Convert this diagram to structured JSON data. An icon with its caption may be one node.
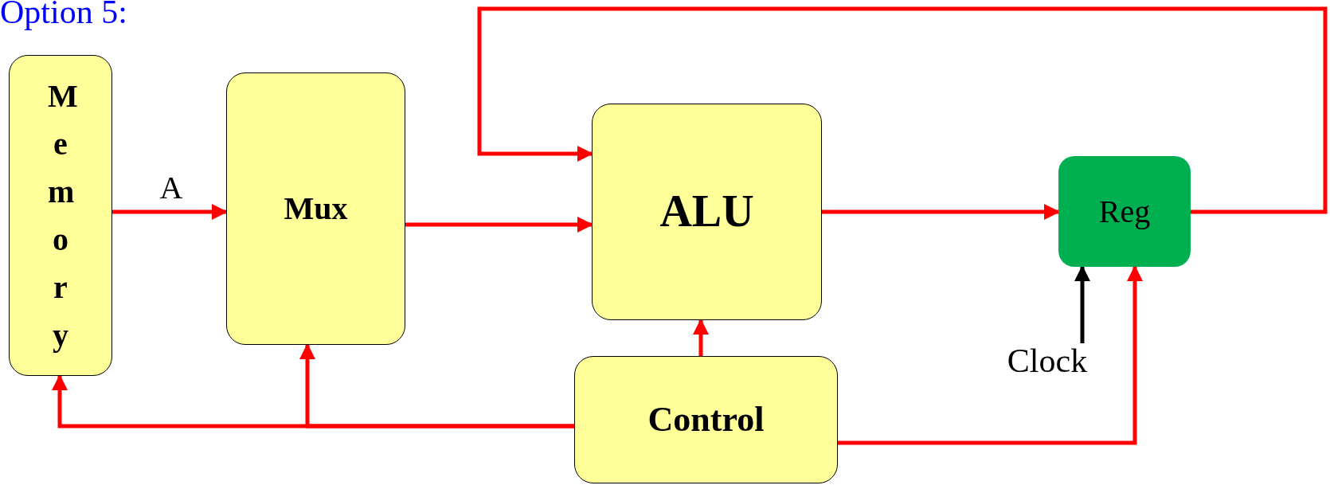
{
  "diagram": {
    "title": "Option 5:",
    "nodes": [
      {
        "text": [
          "Memory"
        ]
      },
      {
        "text": [
          "Mux"
        ]
      },
      {
        "text": [
          "ALU"
        ]
      },
      {
        "text": [
          "Reg"
        ]
      },
      {
        "text": [
          "Control"
        ]
      },
      {
        "text": [
          "Clock"
        ]
      }
    ],
    "edges": [
      {
        "from": 0,
        "to": 1,
        "arrow": "to",
        "label": "A"
      },
      {
        "from": 1,
        "to": 2,
        "arrow": "to"
      },
      {
        "from": 2,
        "to": 3,
        "arrow": "to"
      },
      {
        "from": 3,
        "to": 2,
        "arrow": "to"
      },
      {
        "from": 4,
        "to": 2,
        "arrow": "to"
      },
      {
        "from": 4,
        "to": 1,
        "arrow": "to"
      },
      {
        "from": 4,
        "to": 0,
        "arrow": "to"
      },
      {
        "from": 4,
        "to": 3,
        "arrow": "to"
      },
      {
        "from": 5,
        "to": 3,
        "arrow": "to",
        "color": "#000000"
      }
    ]
  }
}
